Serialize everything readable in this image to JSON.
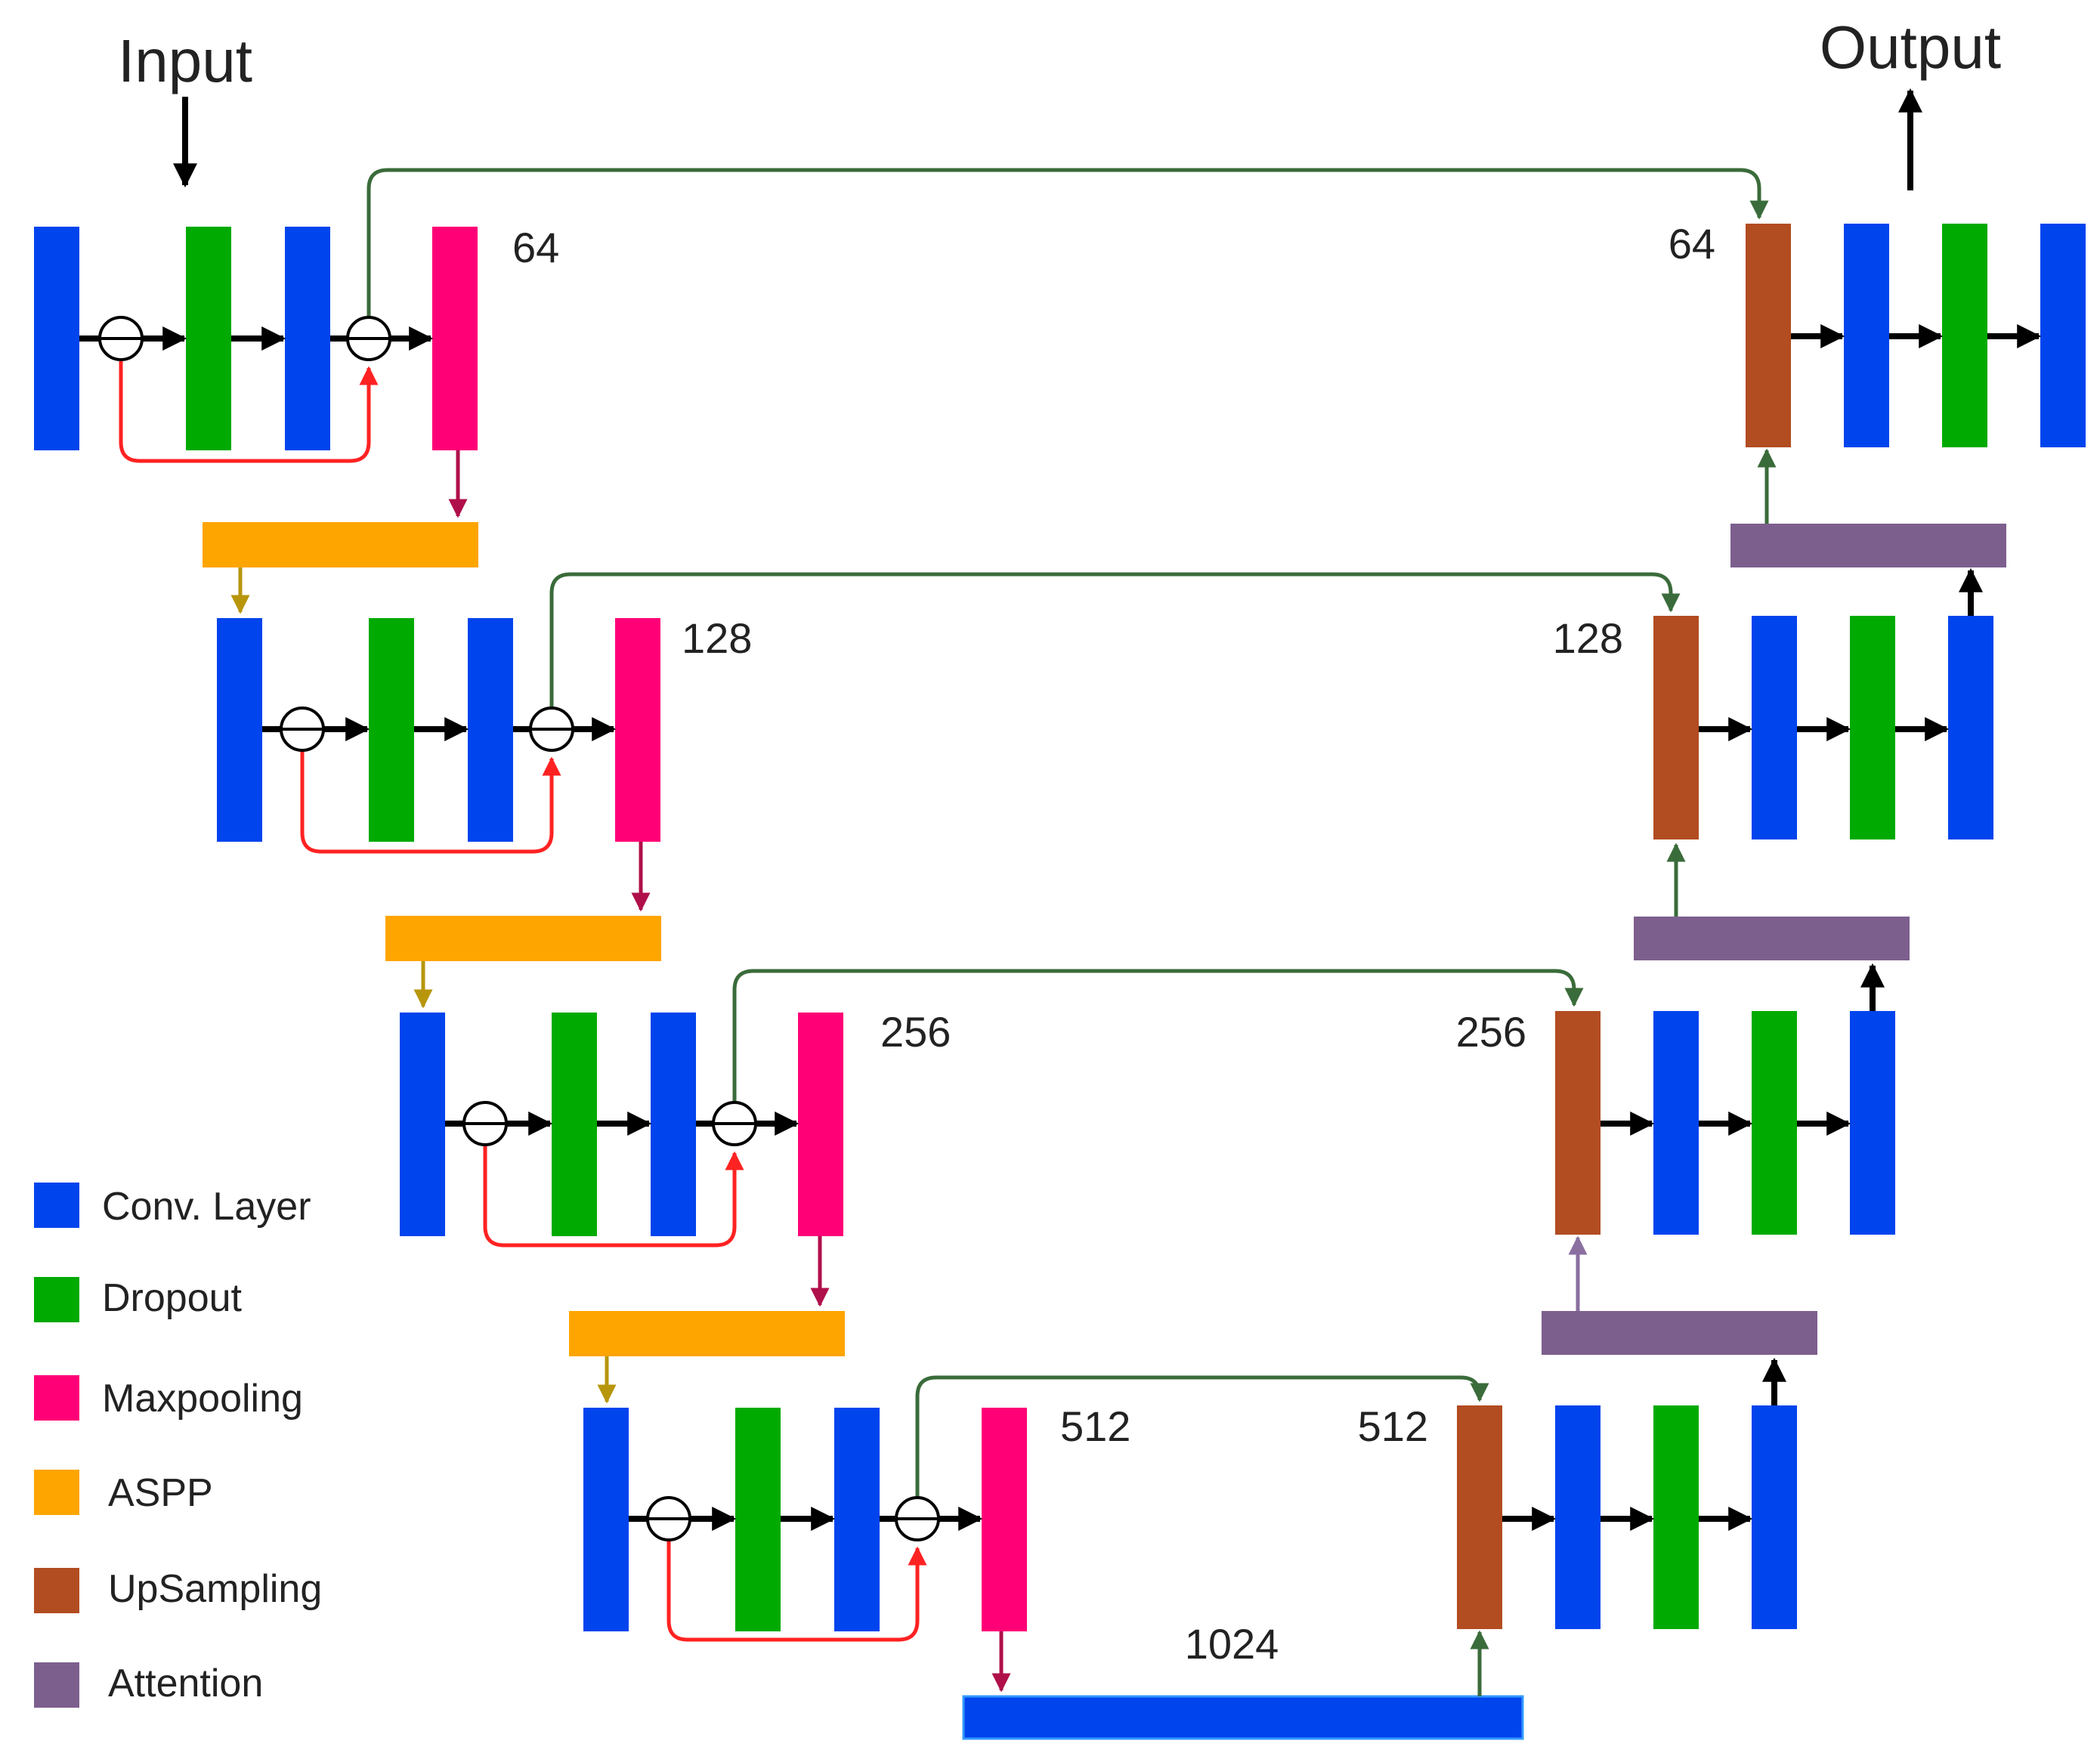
{
  "labels": {
    "input": "Input",
    "output": "Output",
    "enc1": "64",
    "enc2": "128",
    "enc3": "256",
    "enc4": "512",
    "dec1": "64",
    "dec2": "128",
    "dec3": "256",
    "dec4": "512",
    "bottleneck": "1024"
  },
  "legend": [
    {
      "label": "Conv. Layer",
      "color": "#0044ee"
    },
    {
      "label": "Dropout",
      "color": "#00aa00"
    },
    {
      "label": "Maxpooling",
      "color": "#ff0077"
    },
    {
      "label": "ASPP",
      "color": "#ffa500"
    },
    {
      "label": "UpSampling",
      "color": "#b24c21"
    },
    {
      "label": "Attention",
      "color": "#7d5f8e"
    }
  ],
  "colors": {
    "conv": "#0044ee",
    "dropout": "#00aa00",
    "maxpool": "#ff0077",
    "aspp": "#ffa500",
    "upsampling": "#b24c21",
    "attention": "#7d5f8e",
    "skip": "#3a6b3a",
    "residual": "#ff2222",
    "pool_arrow": "#b0104a",
    "aspp_arrow": "#b8960c",
    "flow": "#000000"
  }
}
